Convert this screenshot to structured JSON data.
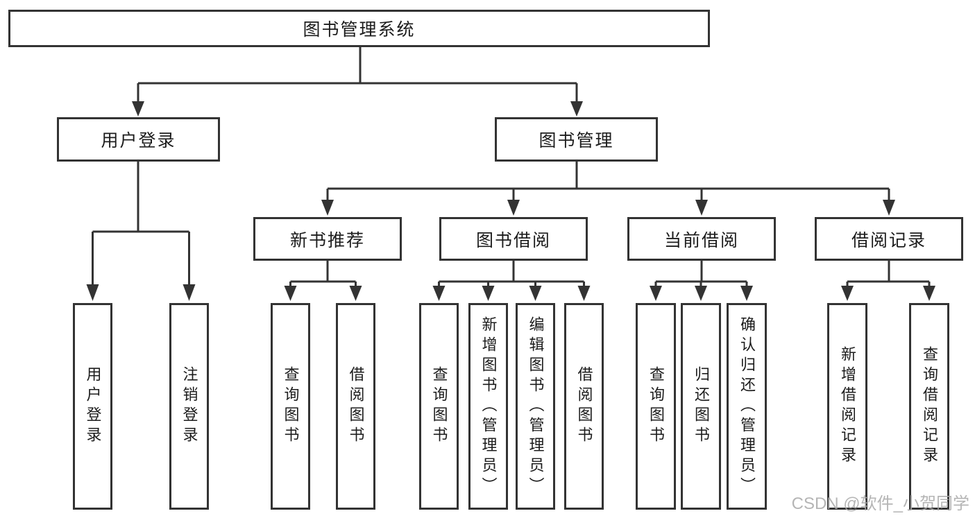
{
  "colors": {
    "line": "#333333",
    "text": "#1c1c1c",
    "background": "#ffffff",
    "watermark": "#a9a9a9"
  },
  "watermark": {
    "text": "CSDN @软件_小贺同学"
  },
  "tree": {
    "label": "图书管理系统",
    "children": [
      {
        "label": "用户登录",
        "children": [
          {
            "label": "用户登录"
          },
          {
            "label": "注销登录"
          }
        ]
      },
      {
        "label": "图书管理",
        "children": [
          {
            "label": "新书推荐",
            "children": [
              {
                "label": "查询图书"
              },
              {
                "label": "借阅图书"
              }
            ]
          },
          {
            "label": "图书借阅",
            "children": [
              {
                "label": "查询图书"
              },
              {
                "label": "新增图书（管理员）"
              },
              {
                "label": "编辑图书（管理员）"
              },
              {
                "label": "借阅图书"
              }
            ]
          },
          {
            "label": "当前借阅",
            "children": [
              {
                "label": "查询图书"
              },
              {
                "label": "归还图书"
              },
              {
                "label": "确认归还（管理员）"
              }
            ]
          },
          {
            "label": "借阅记录",
            "children": [
              {
                "label": "新增借阅记录"
              },
              {
                "label": "查询借阅记录"
              }
            ]
          }
        ]
      }
    ]
  }
}
